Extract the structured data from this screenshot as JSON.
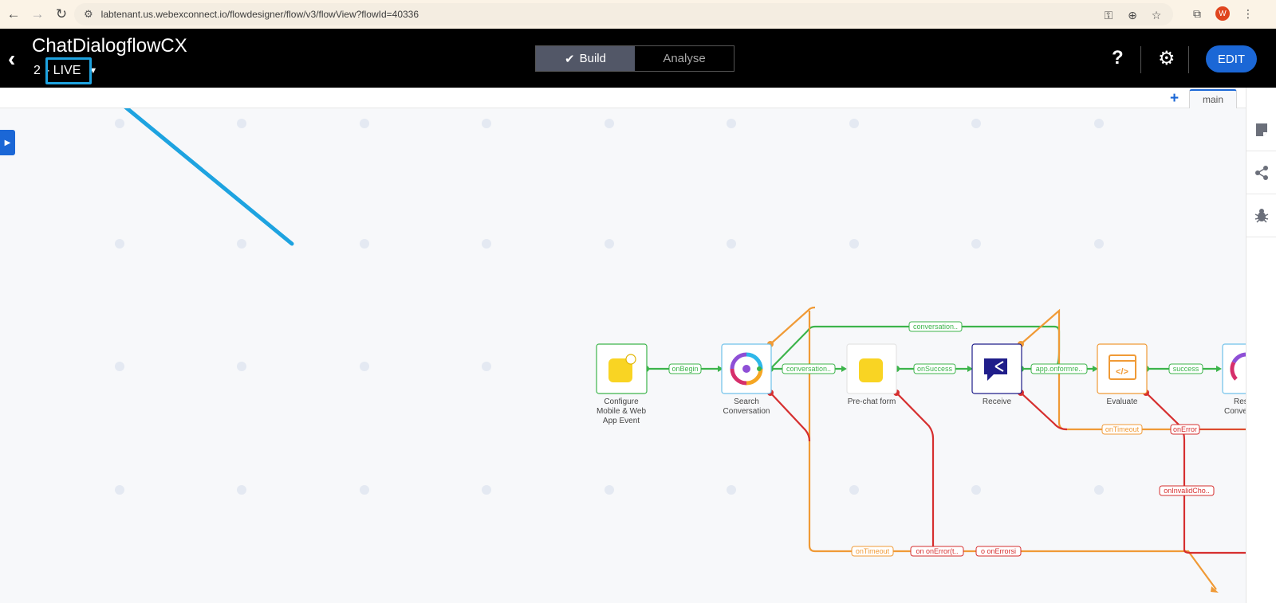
{
  "browser": {
    "url": "labtenant.us.webexconnect.io/flowdesigner/flow/v3/flowView?flowId=40336",
    "avatar_letter": "W"
  },
  "header": {
    "title": "ChatDialogflowCX",
    "version_number": "2",
    "version_status": "- LIVE",
    "build_label": "Build",
    "analyse_label": "Analyse",
    "edit_label": "EDIT",
    "help_label": "?"
  },
  "canvas": {
    "tab_label": "main",
    "nodes": [
      {
        "id": "configure",
        "label1": "Configure",
        "label2": "Mobile & Web",
        "label3": "App Event"
      },
      {
        "id": "search",
        "label1": "Search",
        "label2": "Conversation"
      },
      {
        "id": "prechat",
        "label1": "Pre-chat form"
      },
      {
        "id": "receive",
        "label1": "Receive"
      },
      {
        "id": "evaluate",
        "label1": "Evaluate"
      },
      {
        "id": "resolve",
        "label1": "Res",
        "label2": "Conve"
      }
    ],
    "edge_labels": {
      "onBegin": "onBegin",
      "conversation1": "conversation..",
      "conversation_top": "conversation..",
      "onSuccess": "onSuccess",
      "appOnform": "app.onformre..",
      "success": "success",
      "onTimeout1": "onTimeout",
      "onError1": "onError",
      "onInvalid": "onInvalidCho..",
      "onTimeout2": "onTimeout",
      "onError2": "on onError(t..",
      "onError3": "o onErrorsi"
    }
  },
  "colors": {
    "accent": "#1b67d6",
    "green": "#3cb44b",
    "orange": "#f09a36",
    "red": "#d62f2f",
    "callout": "#1ea3e0"
  }
}
